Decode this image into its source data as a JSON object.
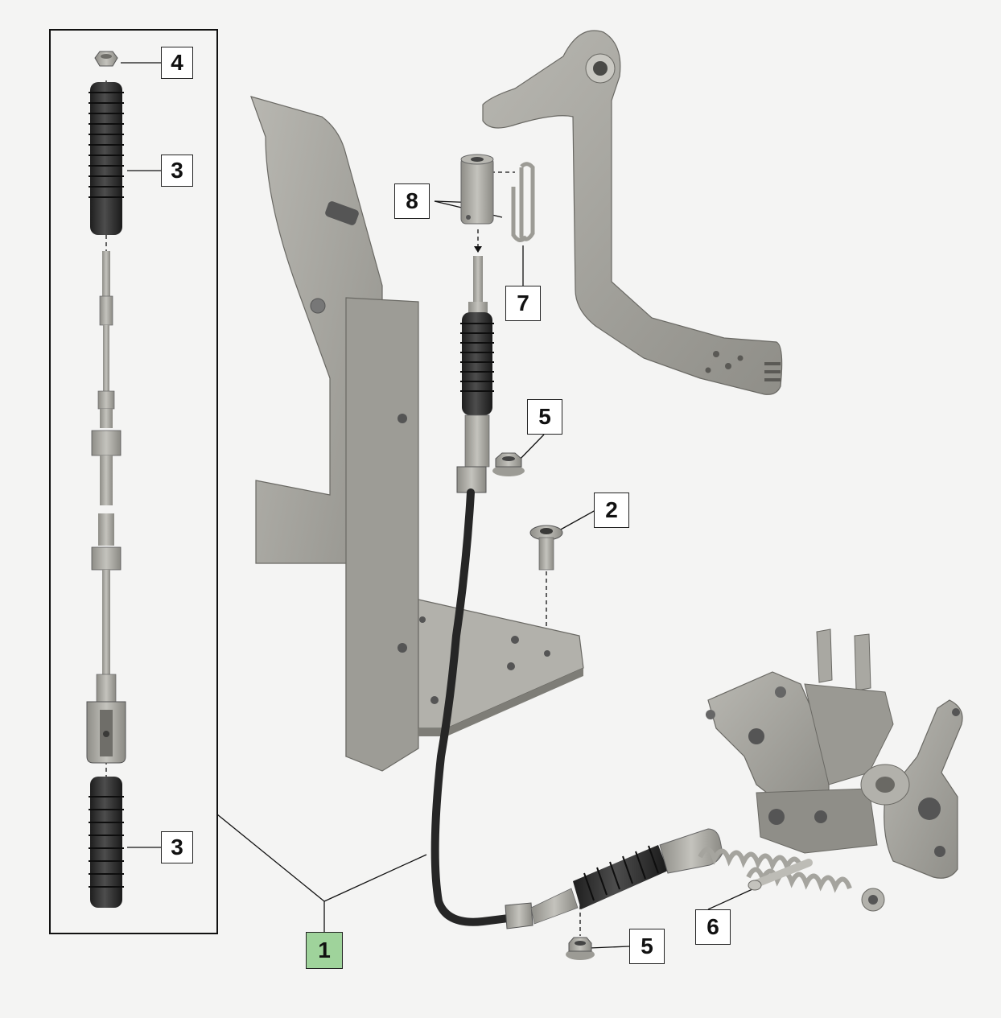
{
  "callouts": {
    "nut_top": "4",
    "boot_upper": "3",
    "boot_lower": "3",
    "cable_assembly": "1",
    "pedal_nut": "5",
    "lower_nut": "5",
    "screw": "2",
    "link_pin": "6",
    "clip": "7",
    "sleeve": "8"
  },
  "colors": {
    "background": "#f4f4f3",
    "metal": "#a9a8a2",
    "metal_dark": "#807f79",
    "rubber": "#2a2a2a",
    "main_callout": "#9fd39b"
  }
}
